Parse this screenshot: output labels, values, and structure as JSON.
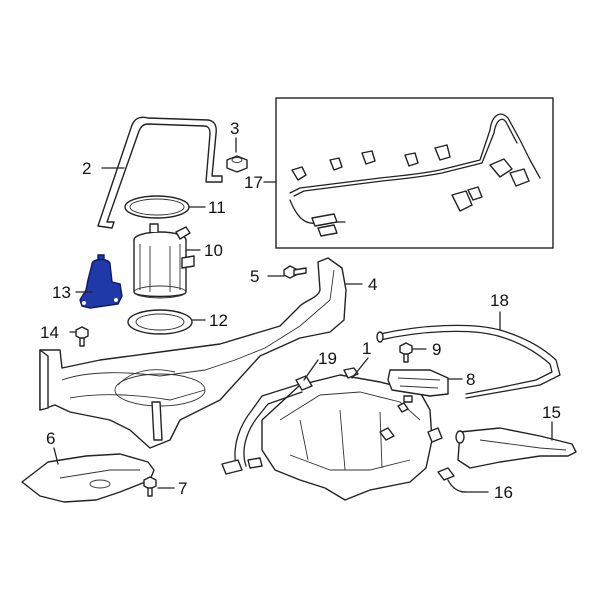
{
  "callouts": {
    "c1": "1",
    "c2": "2",
    "c3": "3",
    "c4": "4",
    "c5": "5",
    "c6": "6",
    "c7": "7",
    "c8": "8",
    "c9": "9",
    "c10": "10",
    "c11": "11",
    "c12": "12",
    "c13": "13",
    "c14": "14",
    "c15": "15",
    "c16": "16",
    "c17": "17",
    "c18": "18",
    "c19": "19"
  },
  "colors": {
    "highlight": "#1f3aa8",
    "line": "#222222",
    "background": "#ffffff"
  },
  "highlighted_part": "13"
}
